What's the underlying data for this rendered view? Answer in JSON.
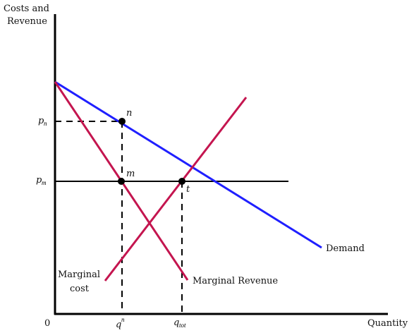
{
  "colors": {
    "demand": "#1f1fff",
    "marginal_revenue": "#c4154f",
    "marginal_cost": "#c4154f",
    "axes": "#000000"
  },
  "labels": {
    "y_axis_line1": "Costs and",
    "y_axis_line2": "Revenue",
    "x_axis": "Quantity",
    "origin": "0",
    "demand": "Demand",
    "marginal_revenue": "Marginal Revenue",
    "marginal_cost_line1": "Marginal",
    "marginal_cost_line2": "cost",
    "point_n": "n",
    "point_m": "m",
    "point_t": "t",
    "p_n_base": "p",
    "p_n_sub": "n",
    "p_m_base": "p",
    "p_m_sub": "m",
    "q_n_base": "q",
    "q_n_sup": "n",
    "q_tot_base": "q",
    "q_tot_sub": "tot"
  }
}
